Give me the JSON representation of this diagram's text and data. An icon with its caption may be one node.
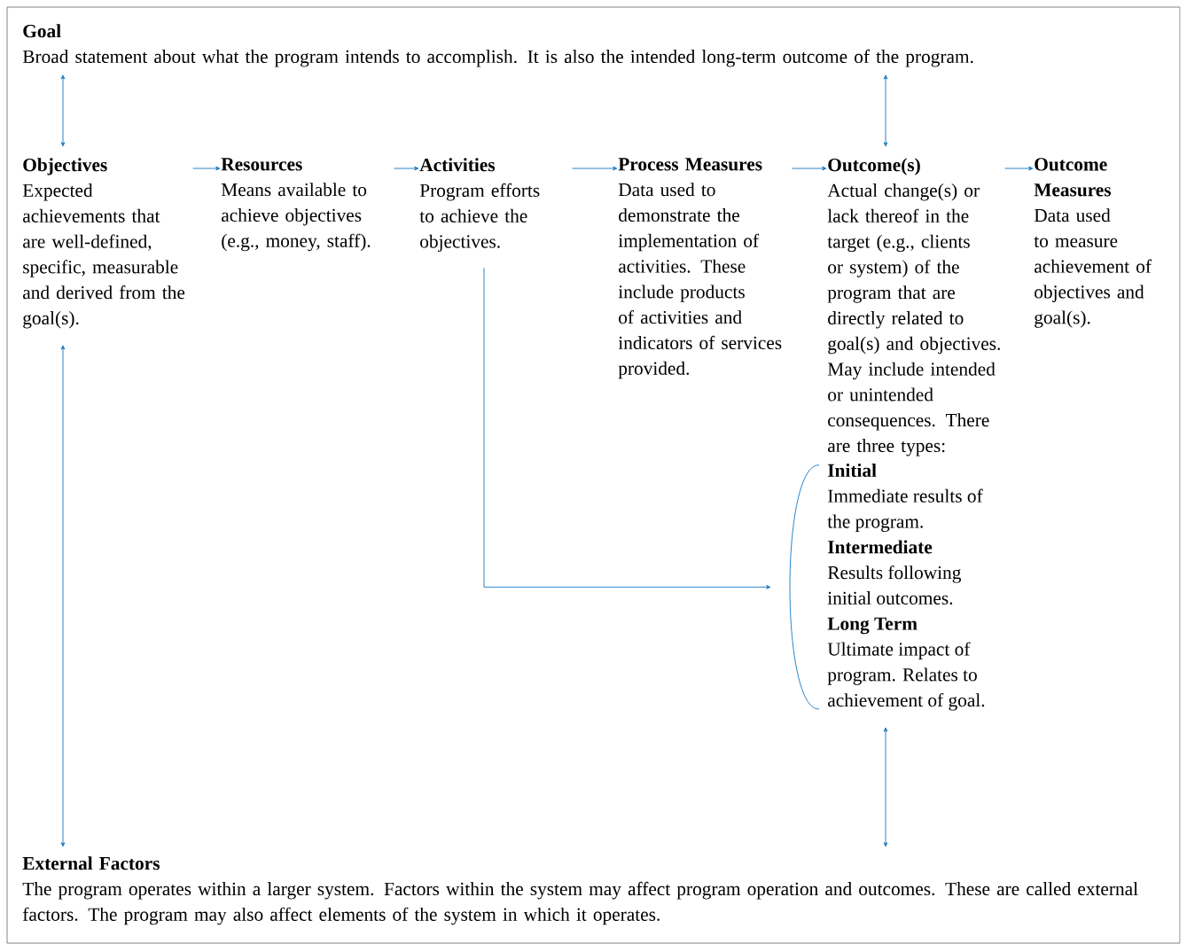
{
  "diagram": {
    "nodes": [
      {
        "text": [
          "Goal",
          "Broad statement about what the program intends to accomplish. It is also the intended long-term outcome of the program."
        ]
      },
      {
        "text": [
          "Objectives",
          "Expected achievements that are well-defined, specific, measurable and derived from the goal(s)."
        ]
      },
      {
        "text": [
          "Resources",
          "Means available to achieve objectives (e.g., money, staff)."
        ]
      },
      {
        "text": [
          "Activities",
          "Program efforts to achieve the objectives."
        ]
      },
      {
        "text": [
          "Process Measures",
          "Data used to demonstrate the implementation of activities. These include products of activities and indicators of services provided."
        ]
      },
      {
        "text": [
          "Outcome(s)",
          "Actual change(s) or lack thereof in the target (e.g., clients or system) of the program that are directly related to goal(s) and objectives. May include intended or unintended consequences. There are three types:"
        ]
      },
      {
        "text": [
          "Initial",
          "Immediate results of the program.",
          "Intermediate",
          "Results following initial outcomes.",
          "Long Term",
          "Ultimate impact of program. Relates to achievement of goal."
        ]
      },
      {
        "text": [
          "Outcome Measures",
          "Data used to measure achievement of objectives and goal(s)."
        ]
      },
      {
        "text": [
          "External Factors",
          "The program operates within a larger system. Factors within the system may affect program operation and outcomes. These are called external factors. The program may also affect elements of the system in which it operates."
        ]
      }
    ],
    "edges": [
      {
        "from": 0,
        "to": 1,
        "arrow": "both"
      },
      {
        "from": 0,
        "to": 5,
        "arrow": "both"
      },
      {
        "from": 1,
        "to": 2,
        "arrow": "to"
      },
      {
        "from": 2,
        "to": 3,
        "arrow": "to"
      },
      {
        "from": 3,
        "to": 4,
        "arrow": "to"
      },
      {
        "from": 4,
        "to": 5,
        "arrow": "to"
      },
      {
        "from": 5,
        "to": 7,
        "arrow": "to"
      },
      {
        "from": 1,
        "to": 8,
        "arrow": "both"
      },
      {
        "from": 3,
        "to": 6,
        "arrow": "to"
      },
      {
        "from": 6,
        "to": 8,
        "arrow": "both"
      }
    ]
  }
}
